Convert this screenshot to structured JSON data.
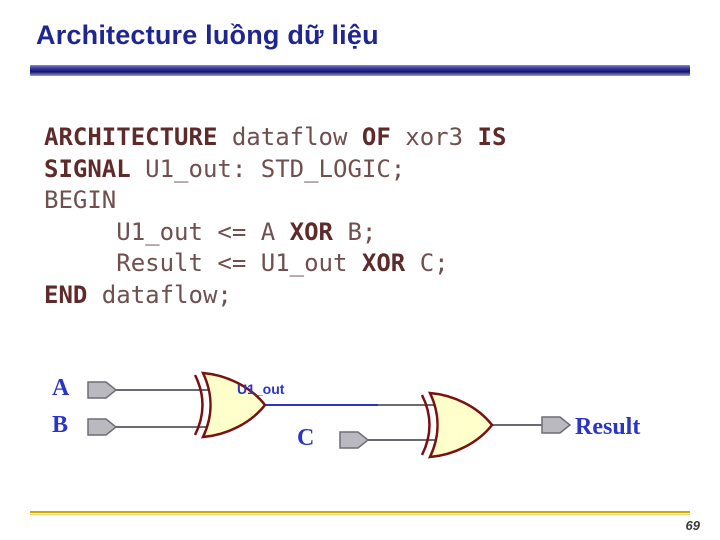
{
  "slide": {
    "title": "Architecture luồng dữ liệu",
    "page_number": "69"
  },
  "code": {
    "lines": [
      {
        "segments": [
          {
            "text": "ARCHITECTURE",
            "bold": true
          },
          {
            "text": " dataflow ",
            "bold": false
          },
          {
            "text": "OF",
            "bold": true
          },
          {
            "text": " xor3 ",
            "bold": false
          },
          {
            "text": "IS",
            "bold": true
          }
        ]
      },
      {
        "segments": [
          {
            "text": "SIGNAL",
            "bold": true
          },
          {
            "text": " U1_out: STD_LOGIC;",
            "bold": false
          }
        ]
      },
      {
        "segments": [
          {
            "text": "BEGIN",
            "bold": false
          }
        ]
      },
      {
        "segments": [
          {
            "text": "     U1_out <= A ",
            "bold": false
          },
          {
            "text": "XOR",
            "bold": true
          },
          {
            "text": " B;",
            "bold": false
          }
        ]
      },
      {
        "segments": [
          {
            "text": "     Result <= U1_out ",
            "bold": false
          },
          {
            "text": "XOR",
            "bold": true
          },
          {
            "text": " C;",
            "bold": false
          }
        ]
      },
      {
        "segments": [
          {
            "text": "END",
            "bold": true
          },
          {
            "text": " dataflow;",
            "bold": false
          }
        ]
      }
    ]
  },
  "diagram": {
    "input_a": "A",
    "input_b": "B",
    "input_c": "C",
    "wire_label": "U1_out",
    "output_label": "Result",
    "gate_type": "XOR",
    "gate_count": 2
  },
  "colors": {
    "title": "#20268f",
    "code": "#6f4f4f",
    "code_keyword": "#5f2a2a",
    "label_blue": "#2a35c8",
    "gate_fill": "#ffffcb",
    "gate_stroke": "#7a1010",
    "gold_line": "#cfa900"
  }
}
